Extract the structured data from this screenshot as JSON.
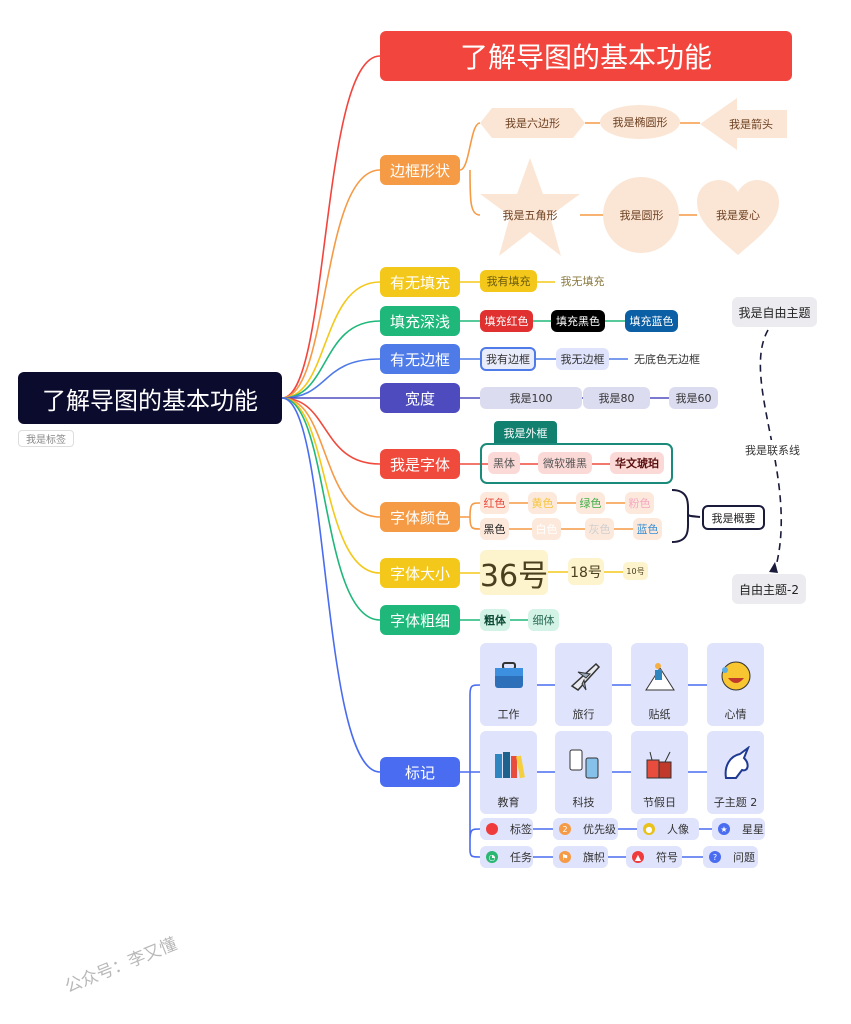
{
  "root": {
    "title": "了解导图的基本功能",
    "label": "我是标签"
  },
  "title_topic": "了解导图的基本功能",
  "branches": [
    {
      "label": "边框形状",
      "color": "#f59a45"
    },
    {
      "label": "有无填充",
      "color": "#f3c81a"
    },
    {
      "label": "填充深浅",
      "color": "#1fb87a"
    },
    {
      "label": "有无边框",
      "color": "#4f7be8"
    },
    {
      "label": "宽度",
      "color": "#4e4bbf"
    },
    {
      "label": "我是字体",
      "color": "#ef4a3c"
    },
    {
      "label": "字体颜色",
      "color": "#f59a45"
    },
    {
      "label": "字体大小",
      "color": "#f3c81a"
    },
    {
      "label": "字体粗细",
      "color": "#1fb87a"
    },
    {
      "label": "标记",
      "color": "#4a6cf0"
    }
  ],
  "shapes": [
    "我是六边形",
    "我是椭圆形",
    "我是箭头",
    "我是五角形",
    "我是圆形",
    "我是爱心"
  ],
  "fill": [
    "我有填充",
    "我无填充"
  ],
  "fill_depth": [
    {
      "label": "填充红色",
      "color": "#e03030"
    },
    {
      "label": "填充黑色",
      "color": "#000000"
    },
    {
      "label": "填充蓝色",
      "color": "#0b5fa5"
    }
  ],
  "border": [
    "我有边框",
    "我无边框",
    "无底色无边框"
  ],
  "width": [
    "我是100",
    "我是80",
    "我是60"
  ],
  "font": {
    "frame_label": "我是外框",
    "items": [
      "黑体",
      "微软雅黑",
      "华文琥珀"
    ]
  },
  "font_color": {
    "row1": [
      {
        "label": "红色",
        "color": "#e8493c"
      },
      {
        "label": "黄色",
        "color": "#f5c53b"
      },
      {
        "label": "绿色",
        "color": "#3fae49"
      },
      {
        "label": "粉色",
        "color": "#f4a7c0"
      }
    ],
    "row2": [
      {
        "label": "黑色",
        "color": "#222222"
      },
      {
        "label": "白色",
        "color": "#ffffff"
      },
      {
        "label": "灰色",
        "color": "#cfcfcf"
      },
      {
        "label": "蓝色",
        "color": "#3a8fd6"
      }
    ]
  },
  "summary": "我是概要",
  "font_size": [
    "36号",
    "18号",
    "10号"
  ],
  "font_weight": [
    "粗体",
    "细体"
  ],
  "free_topics": [
    "我是自由主题",
    "自由主题-2"
  ],
  "relationship": "我是联系线",
  "marks": {
    "stickers": [
      {
        "label": "工作",
        "icon": "briefcase-icon"
      },
      {
        "label": "旅行",
        "icon": "airplane-icon"
      },
      {
        "label": "贴纸",
        "icon": "climber-icon"
      },
      {
        "label": "心情",
        "icon": "laughing-face-icon"
      },
      {
        "label": "教育",
        "icon": "books-icon"
      },
      {
        "label": "科技",
        "icon": "phones-icon"
      },
      {
        "label": "节假日",
        "icon": "firecracker-icon"
      },
      {
        "label": "子主题 2",
        "icon": "unicorn-icon"
      }
    ],
    "row1": [
      {
        "label": "标签",
        "icon": "red-dot-icon",
        "color": "#ef3b3b"
      },
      {
        "label": "优先级",
        "icon": "priority-2-icon",
        "color": "#f59a45"
      },
      {
        "label": "人像",
        "icon": "person-icon",
        "color": "#e8c21a"
      },
      {
        "label": "星星",
        "icon": "star-icon",
        "color": "#4a6cf0"
      }
    ],
    "row2": [
      {
        "label": "任务",
        "icon": "task-progress-icon",
        "color": "#2bb673"
      },
      {
        "label": "旗帜",
        "icon": "flag-icon",
        "color": "#f59a45"
      },
      {
        "label": "符号",
        "icon": "thumbs-up-icon",
        "color": "#ef3b3b"
      },
      {
        "label": "问题",
        "icon": "question-icon",
        "color": "#4a6cf0"
      }
    ]
  },
  "watermark": "公众号：李又懂"
}
